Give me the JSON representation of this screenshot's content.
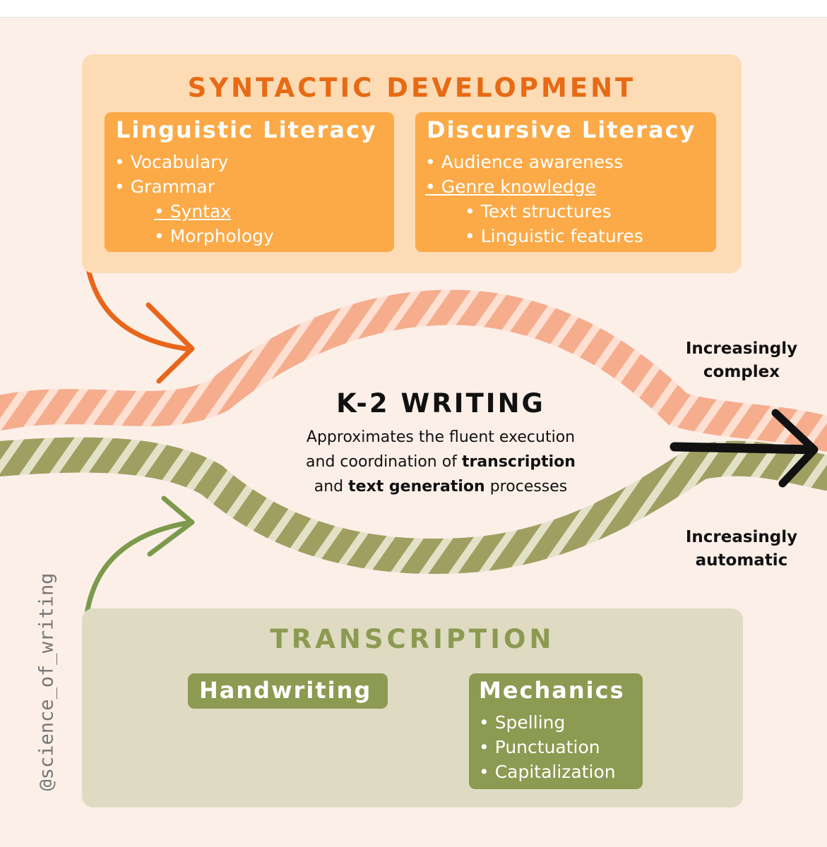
{
  "syntactic": {
    "title": "SYNTACTIC DEVELOPMENT",
    "linguistic": {
      "heading": "Linguistic Literacy",
      "items": [
        "• Vocabulary",
        "• Grammar",
        "• Syntax",
        "• Morphology"
      ]
    },
    "discursive": {
      "heading": "Discursive Literacy",
      "items": [
        "• Audience awareness",
        "• Genre knowledge",
        "• Text structures",
        "• Linguistic features"
      ]
    }
  },
  "center": {
    "title": "K-2 WRITING",
    "line1": "Approximates the fluent execution",
    "line2_pre": "and coordination of ",
    "line2_bold": "transcription",
    "line3_bold": "text generation",
    "line3_pre": "and ",
    "line3_post": " processes"
  },
  "labels": {
    "complex_1": "Increasingly",
    "complex_2": "complex",
    "automatic_1": "Increasingly",
    "automatic_2": "automatic"
  },
  "transcription": {
    "title": "TRANSCRIPTION",
    "handwriting": "Handwriting",
    "mechanics": {
      "heading": "Mechanics",
      "items": [
        "• Spelling",
        "• Punctuation",
        "• Capitalization"
      ]
    }
  },
  "handle": "@science_of_writing",
  "colors": {
    "background": "#fcefe8",
    "syntactic_panel": "#fddbb4",
    "syntactic_title": "#e76a14",
    "syntactic_box": "#fbaa47",
    "transcription_panel": "#dfdbc2",
    "transcription_box": "#8c9a52",
    "rope_upper": "#f5ad8e",
    "rope_lower": "#a09f62",
    "arrow_orange": "#e8651a",
    "arrow_green": "#7c9a4c"
  }
}
